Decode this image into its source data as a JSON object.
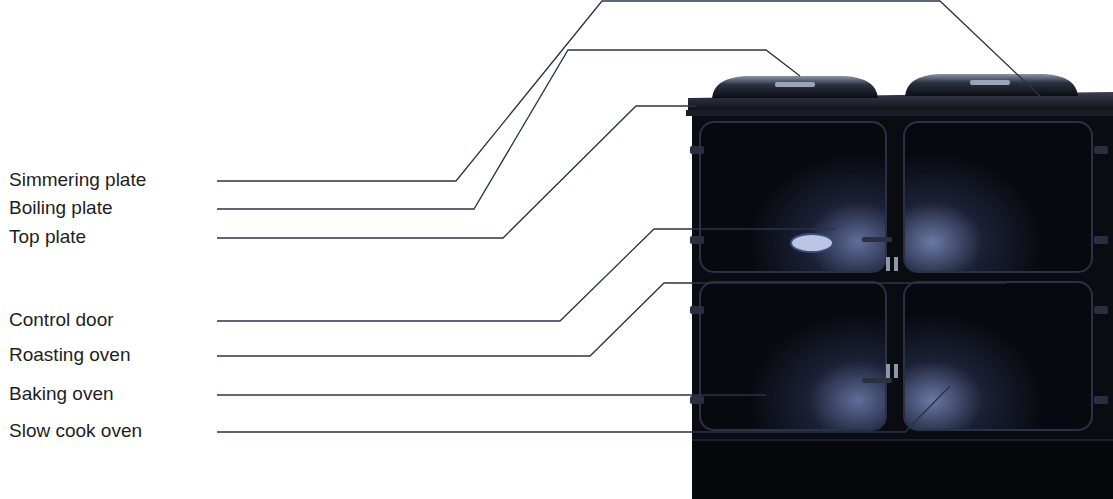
{
  "diagram": {
    "labels": [
      "Simmering plate",
      "Boiling plate",
      "Top plate",
      "Control door",
      "Roasting oven",
      "Baking oven",
      "Slow cook oven"
    ]
  }
}
